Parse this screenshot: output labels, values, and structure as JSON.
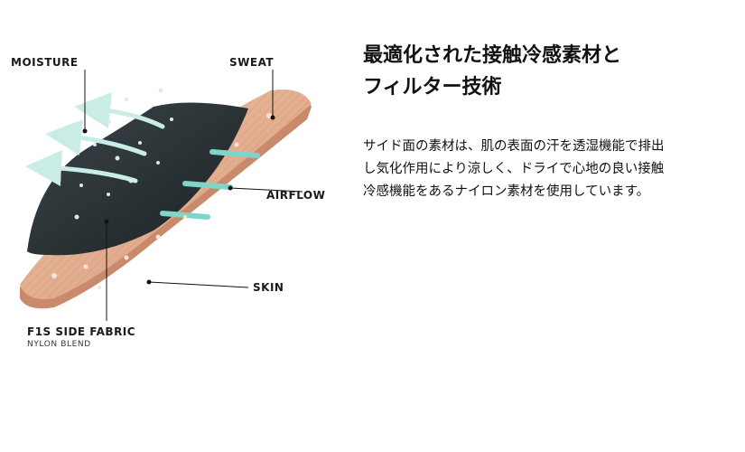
{
  "diagram": {
    "labels": {
      "moisture": "MOISTURE",
      "sweat": "SWEAT",
      "airflow": "AIRFLOW",
      "skin": "SKIN",
      "fabric": "F1S SIDE FABRIC",
      "fabric_sub": "NYLON BLEND"
    },
    "colors": {
      "skin": "#e2ad8e",
      "fabric": "#2a3134",
      "airflow": "#7fd6c8",
      "moisture": "#c9ece6"
    }
  },
  "text": {
    "headline_line1": "最適化された接触冷感素材と",
    "headline_line2": "フィルター技術",
    "body_line1": "サイド面の素材は、肌の表面の汗を透湿機能で排出",
    "body_line2": "し気化作用により涼しく、ドライで心地の良い接触",
    "body_line3": "冷感機能をあるナイロン素材を使用しています。"
  }
}
